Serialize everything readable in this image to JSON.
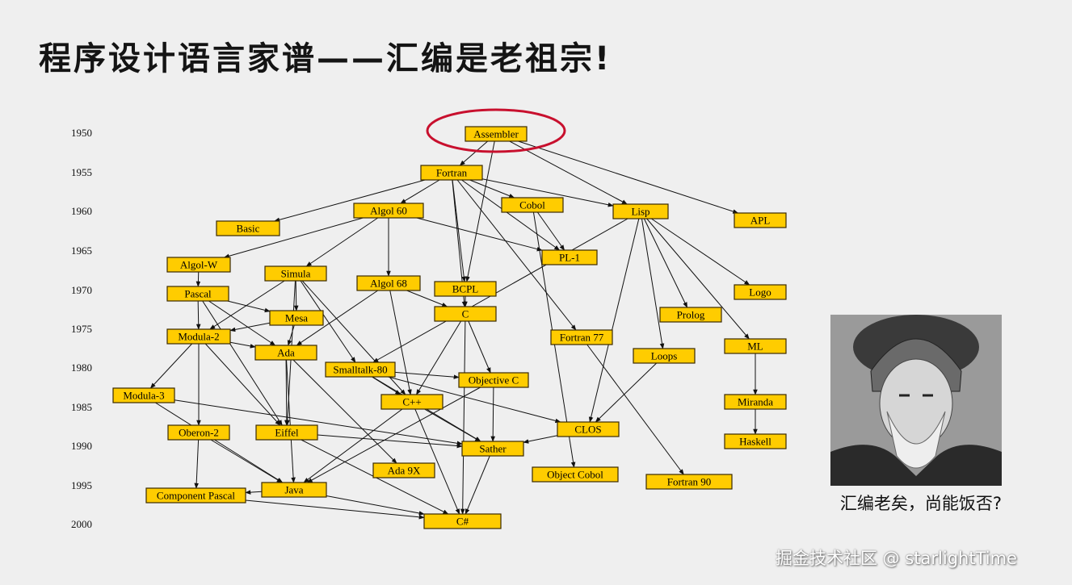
{
  "title": "程序设计语言家谱——汇编是老祖宗!",
  "caption": "汇编老矣，尚能饭否?",
  "watermark": "掘金技术社区 @ starlightTime",
  "colors": {
    "node_fill": "#ffcc00",
    "highlight": "#c8102e",
    "background": "#efefef"
  },
  "years": [
    "1950",
    "1955",
    "1960",
    "1965",
    "1970",
    "1975",
    "1980",
    "1985",
    "1990",
    "1995",
    "2000"
  ],
  "nodes": [
    {
      "id": "assembler",
      "label": "Assembler"
    },
    {
      "id": "fortran",
      "label": "Fortran"
    },
    {
      "id": "basic",
      "label": "Basic"
    },
    {
      "id": "algol60",
      "label": "Algol 60"
    },
    {
      "id": "cobol",
      "label": "Cobol"
    },
    {
      "id": "lisp",
      "label": "Lisp"
    },
    {
      "id": "apl",
      "label": "APL"
    },
    {
      "id": "algolw",
      "label": "Algol-W"
    },
    {
      "id": "pl1",
      "label": "PL-1"
    },
    {
      "id": "simula",
      "label": "Simula"
    },
    {
      "id": "algol68",
      "label": "Algol 68"
    },
    {
      "id": "bcpl",
      "label": "BCPL"
    },
    {
      "id": "pascal",
      "label": "Pascal"
    },
    {
      "id": "logo",
      "label": "Logo"
    },
    {
      "id": "c",
      "label": "C"
    },
    {
      "id": "mesa",
      "label": "Mesa"
    },
    {
      "id": "prolog",
      "label": "Prolog"
    },
    {
      "id": "modula2",
      "label": "Modula-2"
    },
    {
      "id": "fortran77",
      "label": "Fortran 77"
    },
    {
      "id": "ml",
      "label": "ML"
    },
    {
      "id": "ada",
      "label": "Ada"
    },
    {
      "id": "loops",
      "label": "Loops"
    },
    {
      "id": "smalltalk80",
      "label": "Smalltalk-80"
    },
    {
      "id": "objc",
      "label": "Objective C"
    },
    {
      "id": "modula3",
      "label": "Modula-3"
    },
    {
      "id": "cpp",
      "label": "C++"
    },
    {
      "id": "miranda",
      "label": "Miranda"
    },
    {
      "id": "clos",
      "label": "CLOS"
    },
    {
      "id": "oberon2",
      "label": "Oberon-2"
    },
    {
      "id": "eiffel",
      "label": "Eiffel"
    },
    {
      "id": "haskell",
      "label": "Haskell"
    },
    {
      "id": "sather",
      "label": "Sather"
    },
    {
      "id": "ada9x",
      "label": "Ada 9X"
    },
    {
      "id": "objcobol",
      "label": "Object Cobol"
    },
    {
      "id": "fortran90",
      "label": "Fortran 90"
    },
    {
      "id": "cpascal",
      "label": "Component Pascal"
    },
    {
      "id": "java",
      "label": "Java"
    },
    {
      "id": "csharp",
      "label": "C#"
    }
  ],
  "edges": [
    [
      "assembler",
      "fortran"
    ],
    [
      "assembler",
      "lisp"
    ],
    [
      "assembler",
      "apl"
    ],
    [
      "assembler",
      "bcpl"
    ],
    [
      "fortran",
      "basic"
    ],
    [
      "fortran",
      "algol60"
    ],
    [
      "fortran",
      "cobol"
    ],
    [
      "fortran",
      "lisp"
    ],
    [
      "fortran",
      "pl1"
    ],
    [
      "fortran",
      "bcpl"
    ],
    [
      "fortran",
      "fortran77"
    ],
    [
      "fortran",
      "c"
    ],
    [
      "algol60",
      "algolw"
    ],
    [
      "algol60",
      "simula"
    ],
    [
      "algol60",
      "algol68"
    ],
    [
      "algol60",
      "pl1"
    ],
    [
      "cobol",
      "pl1"
    ],
    [
      "cobol",
      "objcobol"
    ],
    [
      "lisp",
      "logo"
    ],
    [
      "lisp",
      "prolog"
    ],
    [
      "lisp",
      "ml"
    ],
    [
      "lisp",
      "loops"
    ],
    [
      "lisp",
      "smalltalk80"
    ],
    [
      "lisp",
      "clos"
    ],
    [
      "algolw",
      "pascal"
    ],
    [
      "pascal",
      "modula2"
    ],
    [
      "pascal",
      "mesa"
    ],
    [
      "pascal",
      "ada"
    ],
    [
      "pascal",
      "eiffel"
    ],
    [
      "simula",
      "modula2"
    ],
    [
      "simula",
      "mesa"
    ],
    [
      "simula",
      "smalltalk80"
    ],
    [
      "simula",
      "cpp"
    ],
    [
      "simula",
      "eiffel"
    ],
    [
      "algol68",
      "ada"
    ],
    [
      "algol68",
      "c"
    ],
    [
      "algol68",
      "cpp"
    ],
    [
      "bcpl",
      "c"
    ],
    [
      "c",
      "objc"
    ],
    [
      "c",
      "cpp"
    ],
    [
      "c",
      "csharp"
    ],
    [
      "mesa",
      "modula2"
    ],
    [
      "mesa",
      "ada"
    ],
    [
      "modula2",
      "modula3"
    ],
    [
      "modula2",
      "oberon2"
    ],
    [
      "modula2",
      "ada"
    ],
    [
      "modula2",
      "eiffel"
    ],
    [
      "ada",
      "eiffel"
    ],
    [
      "ada",
      "ada9x"
    ],
    [
      "ada",
      "java"
    ],
    [
      "smalltalk80",
      "objc"
    ],
    [
      "smalltalk80",
      "cpp"
    ],
    [
      "smalltalk80",
      "sather"
    ],
    [
      "smalltalk80",
      "clos"
    ],
    [
      "objc",
      "java"
    ],
    [
      "objc",
      "sather"
    ],
    [
      "cpp",
      "java"
    ],
    [
      "cpp",
      "sather"
    ],
    [
      "cpp",
      "csharp"
    ],
    [
      "modula3",
      "java"
    ],
    [
      "modula3",
      "sather"
    ],
    [
      "loops",
      "clos"
    ],
    [
      "ml",
      "miranda"
    ],
    [
      "miranda",
      "haskell"
    ],
    [
      "clos",
      "sather"
    ],
    [
      "fortran77",
      "fortran90"
    ],
    [
      "oberon2",
      "cpascal"
    ],
    [
      "oberon2",
      "java"
    ],
    [
      "eiffel",
      "sather"
    ],
    [
      "eiffel",
      "csharp"
    ],
    [
      "sather",
      "csharp"
    ],
    [
      "java",
      "cpascal"
    ],
    [
      "java",
      "csharp"
    ],
    [
      "cpascal",
      "csharp"
    ]
  ]
}
